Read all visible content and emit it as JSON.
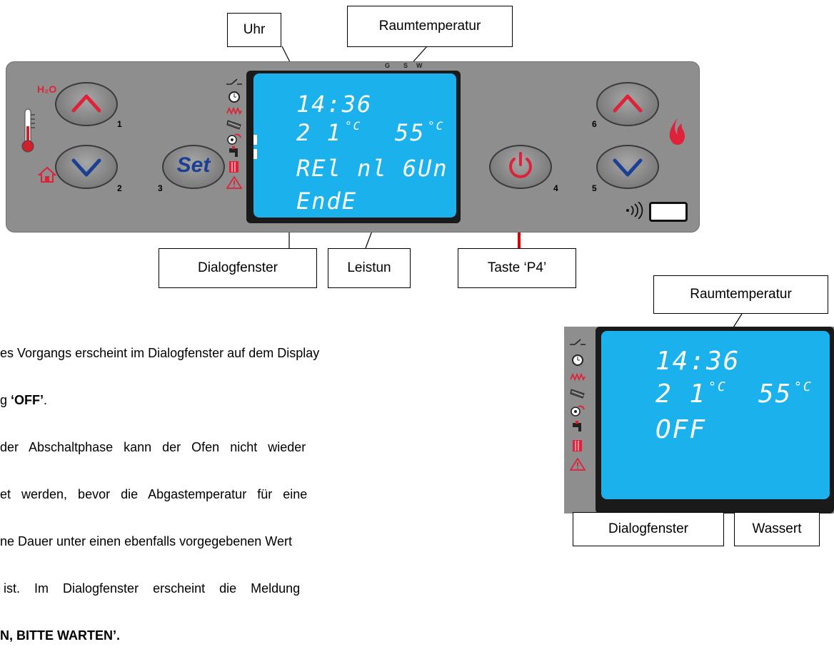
{
  "callouts": {
    "uhr": "Uhr",
    "raumtemperatur_top": "Raumtemperatur",
    "dialogfenster_top": "Dialogfenster",
    "leistun": "Leistun",
    "taste_p4": "Taste ‘P4’",
    "raumtemperatur_side": "Raumtemperatur",
    "dialogfenster_side": "Dialogfenster",
    "wassert": "Wassert"
  },
  "panel": {
    "h2o_label": "H₂O",
    "set_label": "Set",
    "gsw": [
      "G",
      "S",
      "W"
    ],
    "buttons": [
      "1",
      "2",
      "3",
      "4",
      "5",
      "6"
    ],
    "display": {
      "time": "14:36",
      "room_temp": "2 1",
      "room_unit": "°C",
      "water_temp": "55",
      "water_unit": "°C",
      "line3": "REl nl 6Un",
      "line4": "EndE"
    }
  },
  "side_display": {
    "time": "14:36",
    "room_temp": "2 1",
    "room_unit": "°C",
    "water_temp": "55",
    "water_unit": "°C",
    "line3": "OFF"
  },
  "body_text": {
    "line1": "es Vorgangs erscheint im Dialogfenster auf dem Display",
    "line2_pre": "g ",
    "line2_bold": "‘OFF’",
    "line2_post": ".",
    "line3": "der   Abschaltphase   kann   der   Ofen   nicht   wieder",
    "line4": "et   werden,   bevor   die   Abgastemperatur   für   eine",
    "line5": "ne Dauer unter einen ebenfalls vorgegebenen Wert",
    "line6": " ist.    Im    Dialogfenster    erscheint    die    Meldung",
    "line7_bold": "N, BITTE WARTEN’."
  },
  "colors": {
    "panel": "#8e8e8e",
    "screen": "#1ab1ec",
    "arrow_up": "#e0213a",
    "arrow_down": "#1a3f94",
    "power": "#e0213a",
    "pointer_arrow": "#e00000"
  }
}
